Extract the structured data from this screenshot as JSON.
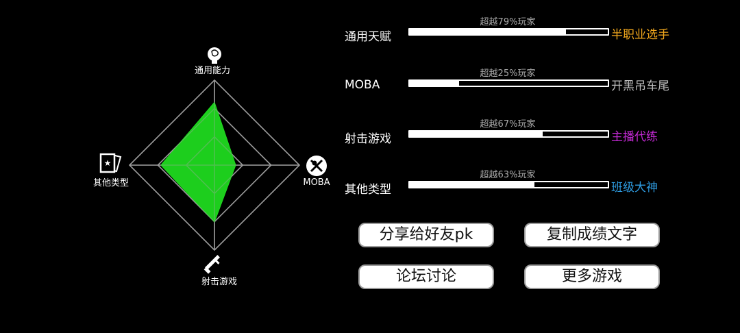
{
  "radar": {
    "axes": [
      {
        "label": "通用能力",
        "value": 0.74,
        "icon": "brain-head-icon"
      },
      {
        "label": "MOBA",
        "value": 0.25,
        "icon": "crossed-swords-icon"
      },
      {
        "label": "射击游戏",
        "value": 0.67,
        "icon": "rifle-icon"
      },
      {
        "label": "其他类型",
        "value": 0.63,
        "icon": "star-cards-icon"
      }
    ],
    "fill_color": "#1fd91f",
    "grid_color": "#9a9a9a",
    "rings": 3
  },
  "stats": [
    {
      "label": "通用天赋",
      "percent_text": "超越79%玩家",
      "percent": 79,
      "rank": "半职业选手",
      "rank_color": "#f2a81d"
    },
    {
      "label": "MOBA",
      "percent_text": "超越25%玩家",
      "percent": 25,
      "rank": "开黑吊车尾",
      "rank_color": "#bdbdbd"
    },
    {
      "label": "射击游戏",
      "percent_text": "超越67%玩家",
      "percent": 67,
      "rank": "主播代练",
      "rank_color": "#c52ad6"
    },
    {
      "label": "其他类型",
      "percent_text": "超越63%玩家",
      "percent": 63,
      "rank": "班级大神",
      "rank_color": "#2e9be0"
    }
  ],
  "buttons": {
    "share": "分享给好友pk",
    "copy": "复制成绩文字",
    "forum": "论坛讨论",
    "more": "更多游戏"
  }
}
